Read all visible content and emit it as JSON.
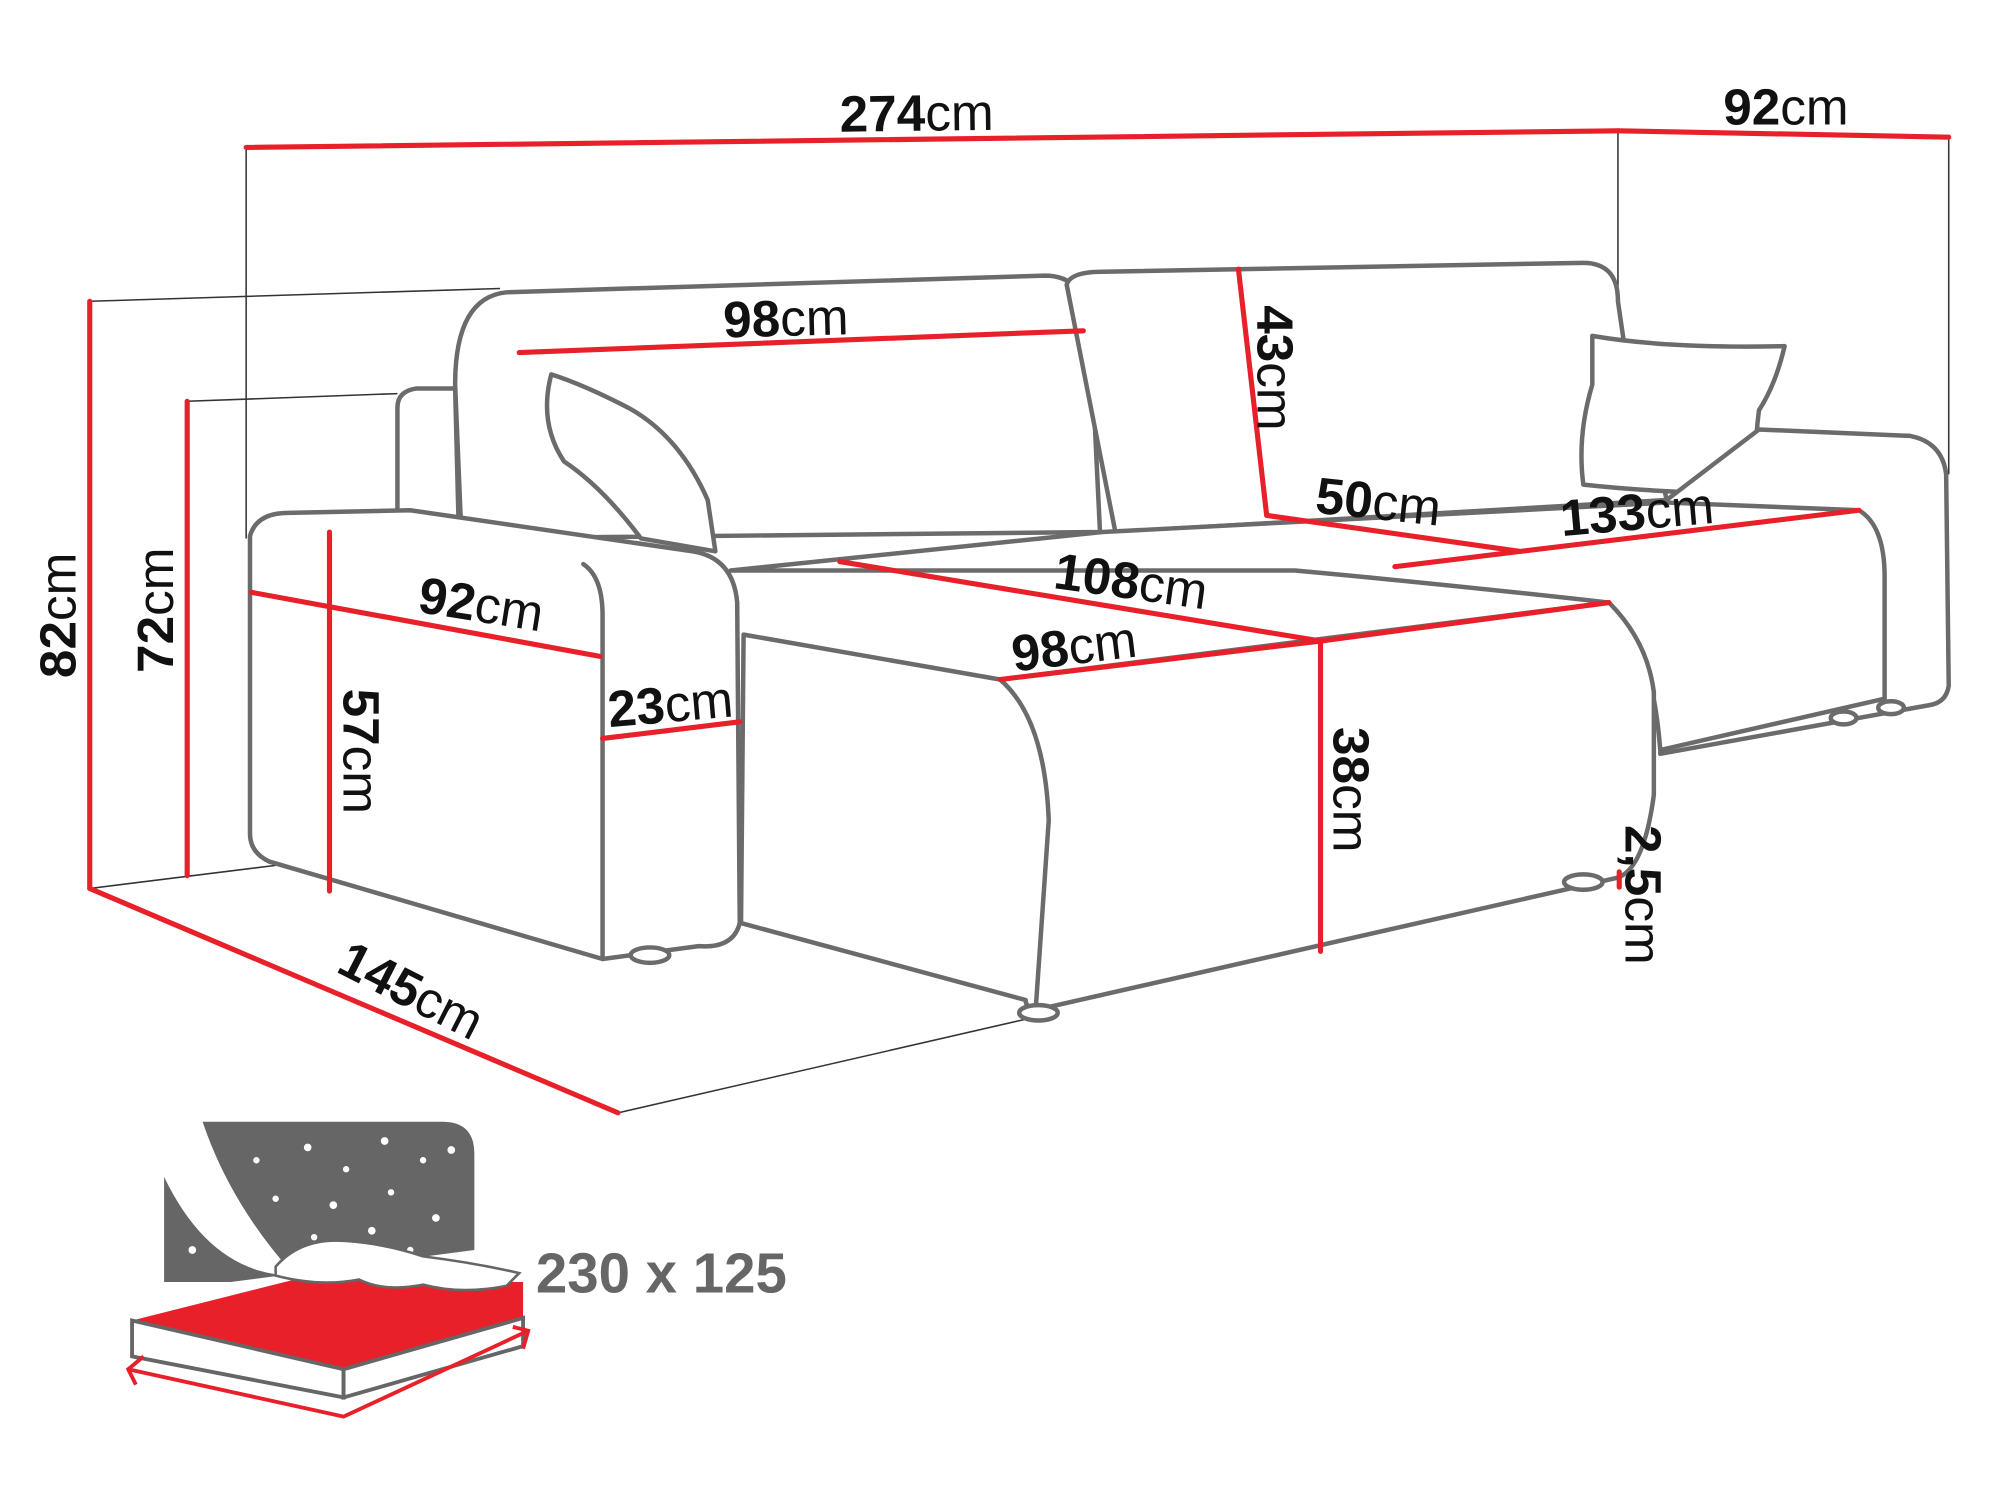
{
  "diagram": {
    "title": "Corner sofa dimensions",
    "colors": {
      "dimension_line": "#e8202a",
      "outline": "#6b6b6b",
      "bed_icon": "#666666"
    },
    "dimensions": {
      "total_width": {
        "value": "274",
        "unit": "cm"
      },
      "chaise_width": {
        "value": "92",
        "unit": "cm"
      },
      "back_length": {
        "value": "98",
        "unit": "cm"
      },
      "back_height": {
        "value": "43",
        "unit": "cm"
      },
      "chaise_seat_depth": {
        "value": "50",
        "unit": "cm"
      },
      "chaise_length": {
        "value": "133",
        "unit": "cm"
      },
      "seat_depth": {
        "value": "108",
        "unit": "cm"
      },
      "seat_width": {
        "value": "98",
        "unit": "cm"
      },
      "armrest_length": {
        "value": "92",
        "unit": "cm"
      },
      "armrest_width": {
        "value": "23",
        "unit": "cm"
      },
      "armrest_height": {
        "value": "57",
        "unit": "cm"
      },
      "back_height_total": {
        "value": "72",
        "unit": "cm"
      },
      "total_height": {
        "value": "82",
        "unit": "cm"
      },
      "total_depth": {
        "value": "145",
        "unit": "cm"
      },
      "seat_height": {
        "value": "38",
        "unit": "cm"
      },
      "leg_height": {
        "value": "2,5",
        "unit": "cm"
      }
    },
    "sleeping_area": {
      "label": "230 x 125",
      "icon": "bed-icon"
    }
  }
}
